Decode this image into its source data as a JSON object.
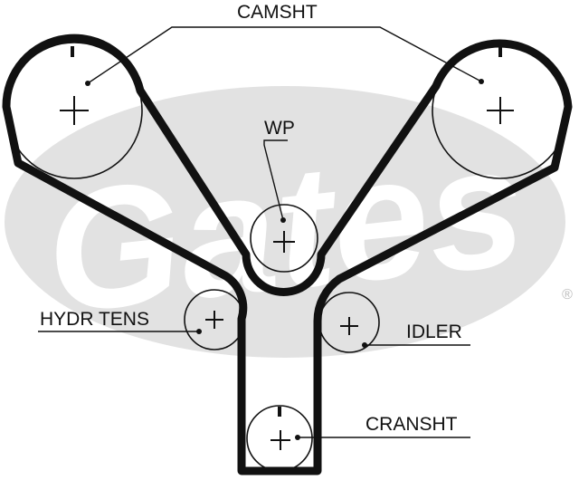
{
  "labels": {
    "camshaft": "CAMSHT",
    "water_pump": "WP",
    "hydraulic_tensioner": "HYDR TENS",
    "idler": "IDLER",
    "crankshaft": "CRANSHT"
  },
  "watermark": {
    "brand": "Gates",
    "registered_mark": "®"
  },
  "colors": {
    "belt": "#111111",
    "pulley_outline": "#111111",
    "watermark": "#e2e2e2",
    "background": "#ffffff"
  }
}
